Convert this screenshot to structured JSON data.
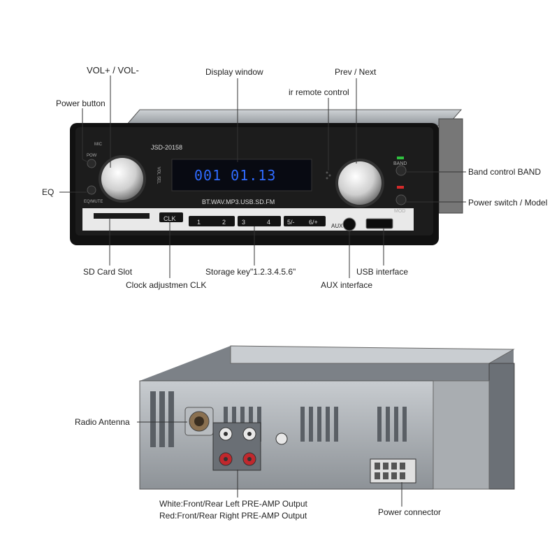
{
  "front": {
    "model": "JSD-20158",
    "display_text": "001 01.13",
    "format_strip": "BT.WAV.MP3.USB.SD.FM",
    "keys": {
      "clk": "CLK",
      "k1": "1",
      "k2": "2",
      "k3": "3",
      "k4": "4",
      "k5": "5/-",
      "k6": "6/+"
    },
    "small_labels": {
      "mic": "MIC",
      "pow": "POW",
      "eq_mute": "EQ/MUTE",
      "vol_sel": "VOL SEL",
      "band": "BAND",
      "mod": "MOD",
      "aux": "AUX"
    },
    "callouts": {
      "vol": "VOL+ / VOL-",
      "display": "Display window",
      "prev_next": "Prev / Next",
      "ir": "ir remote control",
      "power_button": "Power button",
      "eq": "EQ",
      "band_control": "Band control BAND",
      "power_switch": "Power switch / Model",
      "sd_slot": "SD Card Slot",
      "storage_key": "Storage key\"1.2.3.4.5.6\"",
      "usb": "USB interface",
      "clock": "Clock adjustmen CLK",
      "aux": "AUX interface"
    }
  },
  "back": {
    "callouts": {
      "antenna": "Radio Antenna",
      "white_output": "White:Front/Rear Left PRE-AMP Output",
      "red_output": "Red:Front/Rear Right PRE-AMP Output",
      "power_connector": "Power connector"
    }
  },
  "colors": {
    "display_blue": "#2f6bff",
    "knob_silver": "#d8d8d8",
    "rca_red": "#c0282d",
    "chassis_grey": "#9ea3a8",
    "band_green": "#2fbf3f",
    "mod_red": "#d42a2a"
  }
}
